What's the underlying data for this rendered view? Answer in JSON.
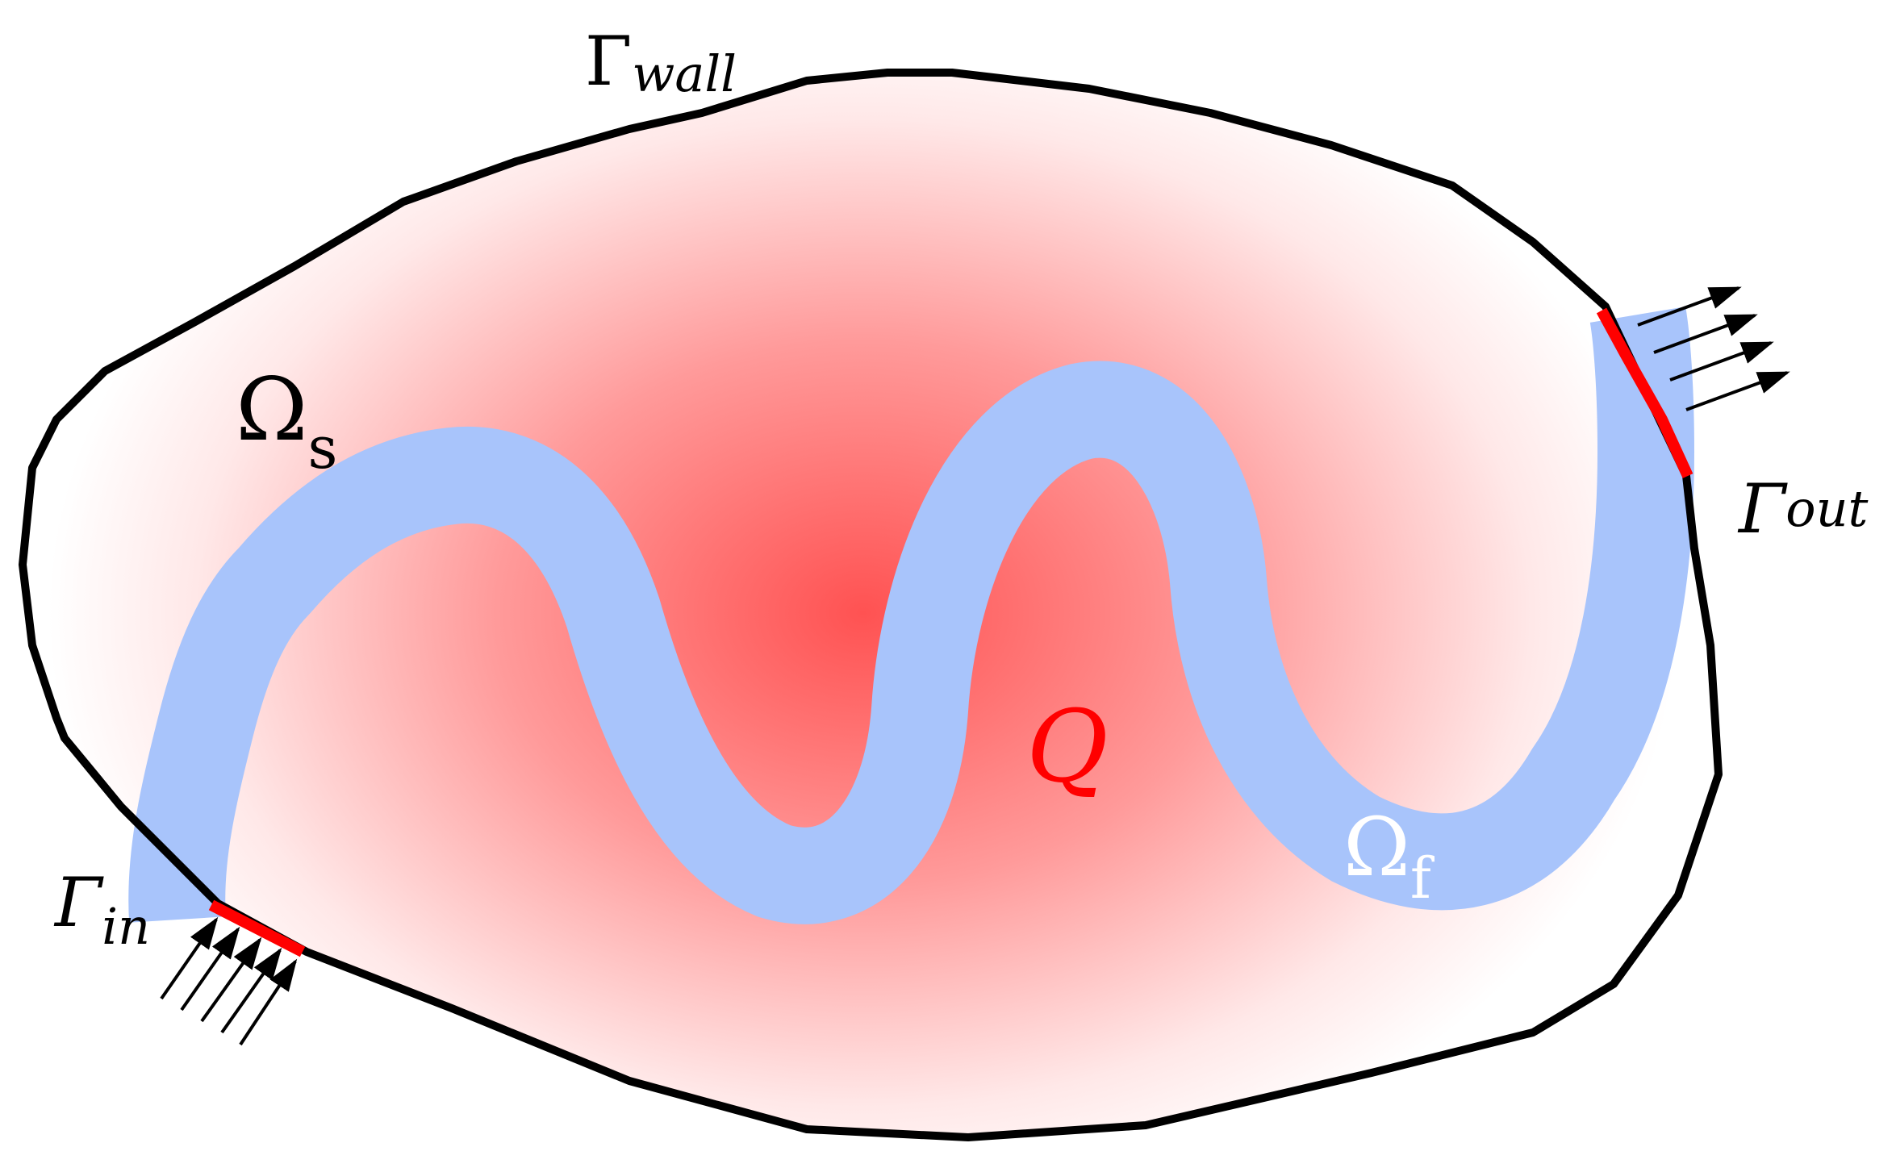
{
  "labels": {
    "gamma_wall": {
      "symbol": "Γ",
      "sub": "wall"
    },
    "gamma_in": {
      "symbol": "Γ",
      "sub": "in"
    },
    "gamma_out": {
      "symbol": "Γ",
      "sub": "out"
    },
    "omega_s": {
      "symbol": "Ω",
      "sub": "s"
    },
    "omega_f": {
      "symbol": "Ω",
      "sub": "f"
    },
    "heat_source": "Q"
  },
  "colors": {
    "boundary": "#000000",
    "inlet_outlet": "#ff0000",
    "fluid_channel": "#a8c4fb",
    "heat_center": "#ff5252",
    "heat_edge": "#ffffff",
    "heat_label": "#ff0000",
    "fluid_label": "#ffffff",
    "text": "#000000"
  }
}
